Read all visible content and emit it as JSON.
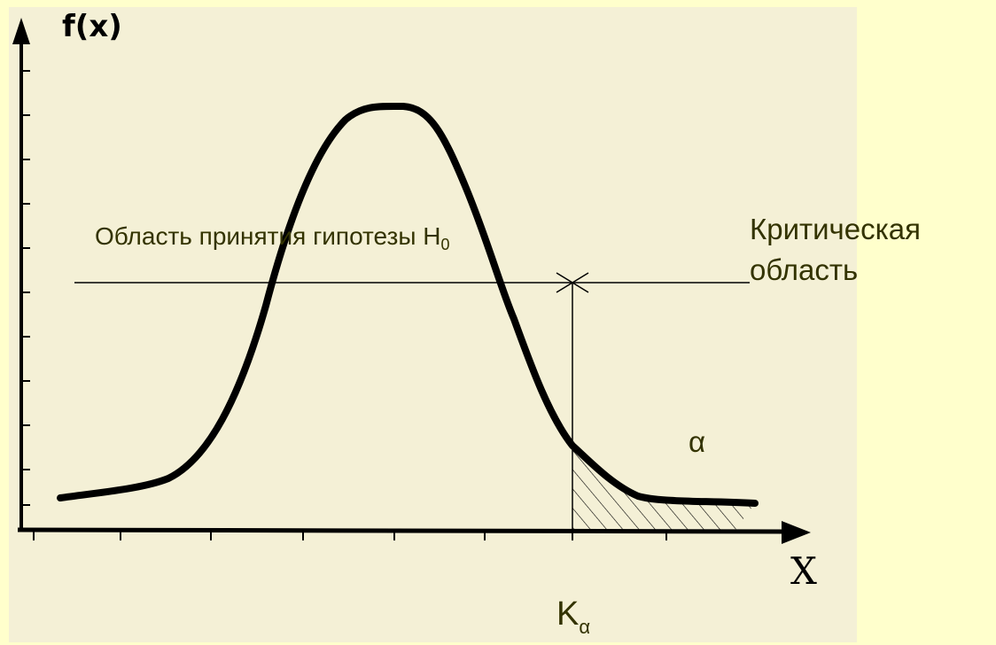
{
  "diagram": {
    "y_axis_label": "f(x)",
    "x_axis_label": "X",
    "acceptance_region": {
      "text": "Область принятия гипотезы H",
      "subscript": "0"
    },
    "critical_region": {
      "line1": "Критическая",
      "line2": "область"
    },
    "alpha": "α",
    "critical_point": {
      "text": "K",
      "subscript": "α"
    }
  },
  "colors": {
    "slide_background": "#FFFFCC",
    "figure_background": "#F4F0D6",
    "curve": "#000000",
    "label_text": "#333300"
  }
}
